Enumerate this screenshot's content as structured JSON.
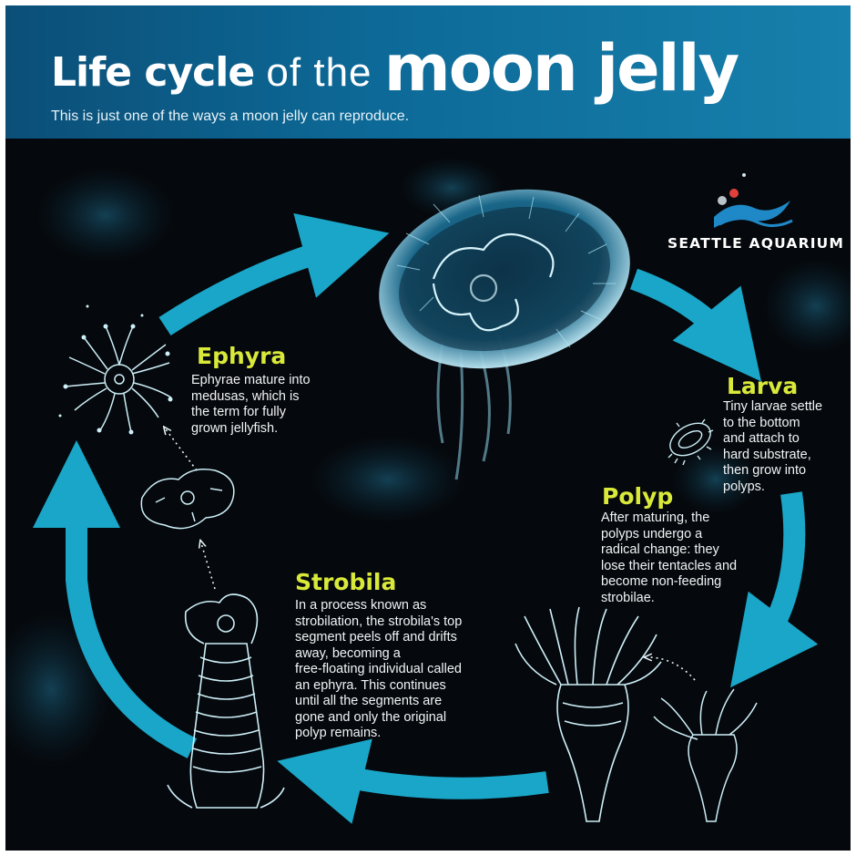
{
  "header": {
    "title_part1": "Life cycle",
    "title_part2": " of the ",
    "title_part3": "moon jelly",
    "subtitle": "This is just one of the ways a moon jelly can reproduce."
  },
  "logo": {
    "text": "SEATTLE AQUARIUM",
    "icon": "wave-logo-icon"
  },
  "stages": [
    {
      "id": "ephyra",
      "title": "Ephyra",
      "lines": [
        "Ephyrae mature into",
        "medusas, which is",
        "the term for fully",
        "grown jellyfish."
      ]
    },
    {
      "id": "larva",
      "title": "Larva",
      "lines": [
        "Tiny larvae settle",
        "to the bottom",
        "and attach to",
        "hard substrate,",
        "then grow into",
        "polyps."
      ]
    },
    {
      "id": "polyp",
      "title": "Polyp",
      "lines": [
        "After maturing, the",
        "polyps undergo a",
        "radical change: they",
        "lose their tentacles and",
        "become non-feeding",
        "strobilae."
      ]
    },
    {
      "id": "strobila",
      "title": "Strobila",
      "lines": [
        "In a process known as",
        "strobilation, the strobila's top",
        "segment peels off and drifts",
        "away, becoming a",
        "free-floating individual called",
        "an ephyra. This continues",
        "until all the segments are",
        "gone and only the original",
        "polyp remains."
      ]
    }
  ],
  "colors": {
    "arrow": "#1aa6c8",
    "title_yellow": "#d9e93a",
    "header_blue": "#0d6a98",
    "background": "#05080c",
    "outline": "#cdeff8"
  },
  "icons": [
    "medusa-jellyfish-icon",
    "ephyra-icon",
    "juvenile-ephyra-icon",
    "larva-icon",
    "polyp-icon",
    "strobila-icon",
    "cycle-arrow-icon"
  ]
}
